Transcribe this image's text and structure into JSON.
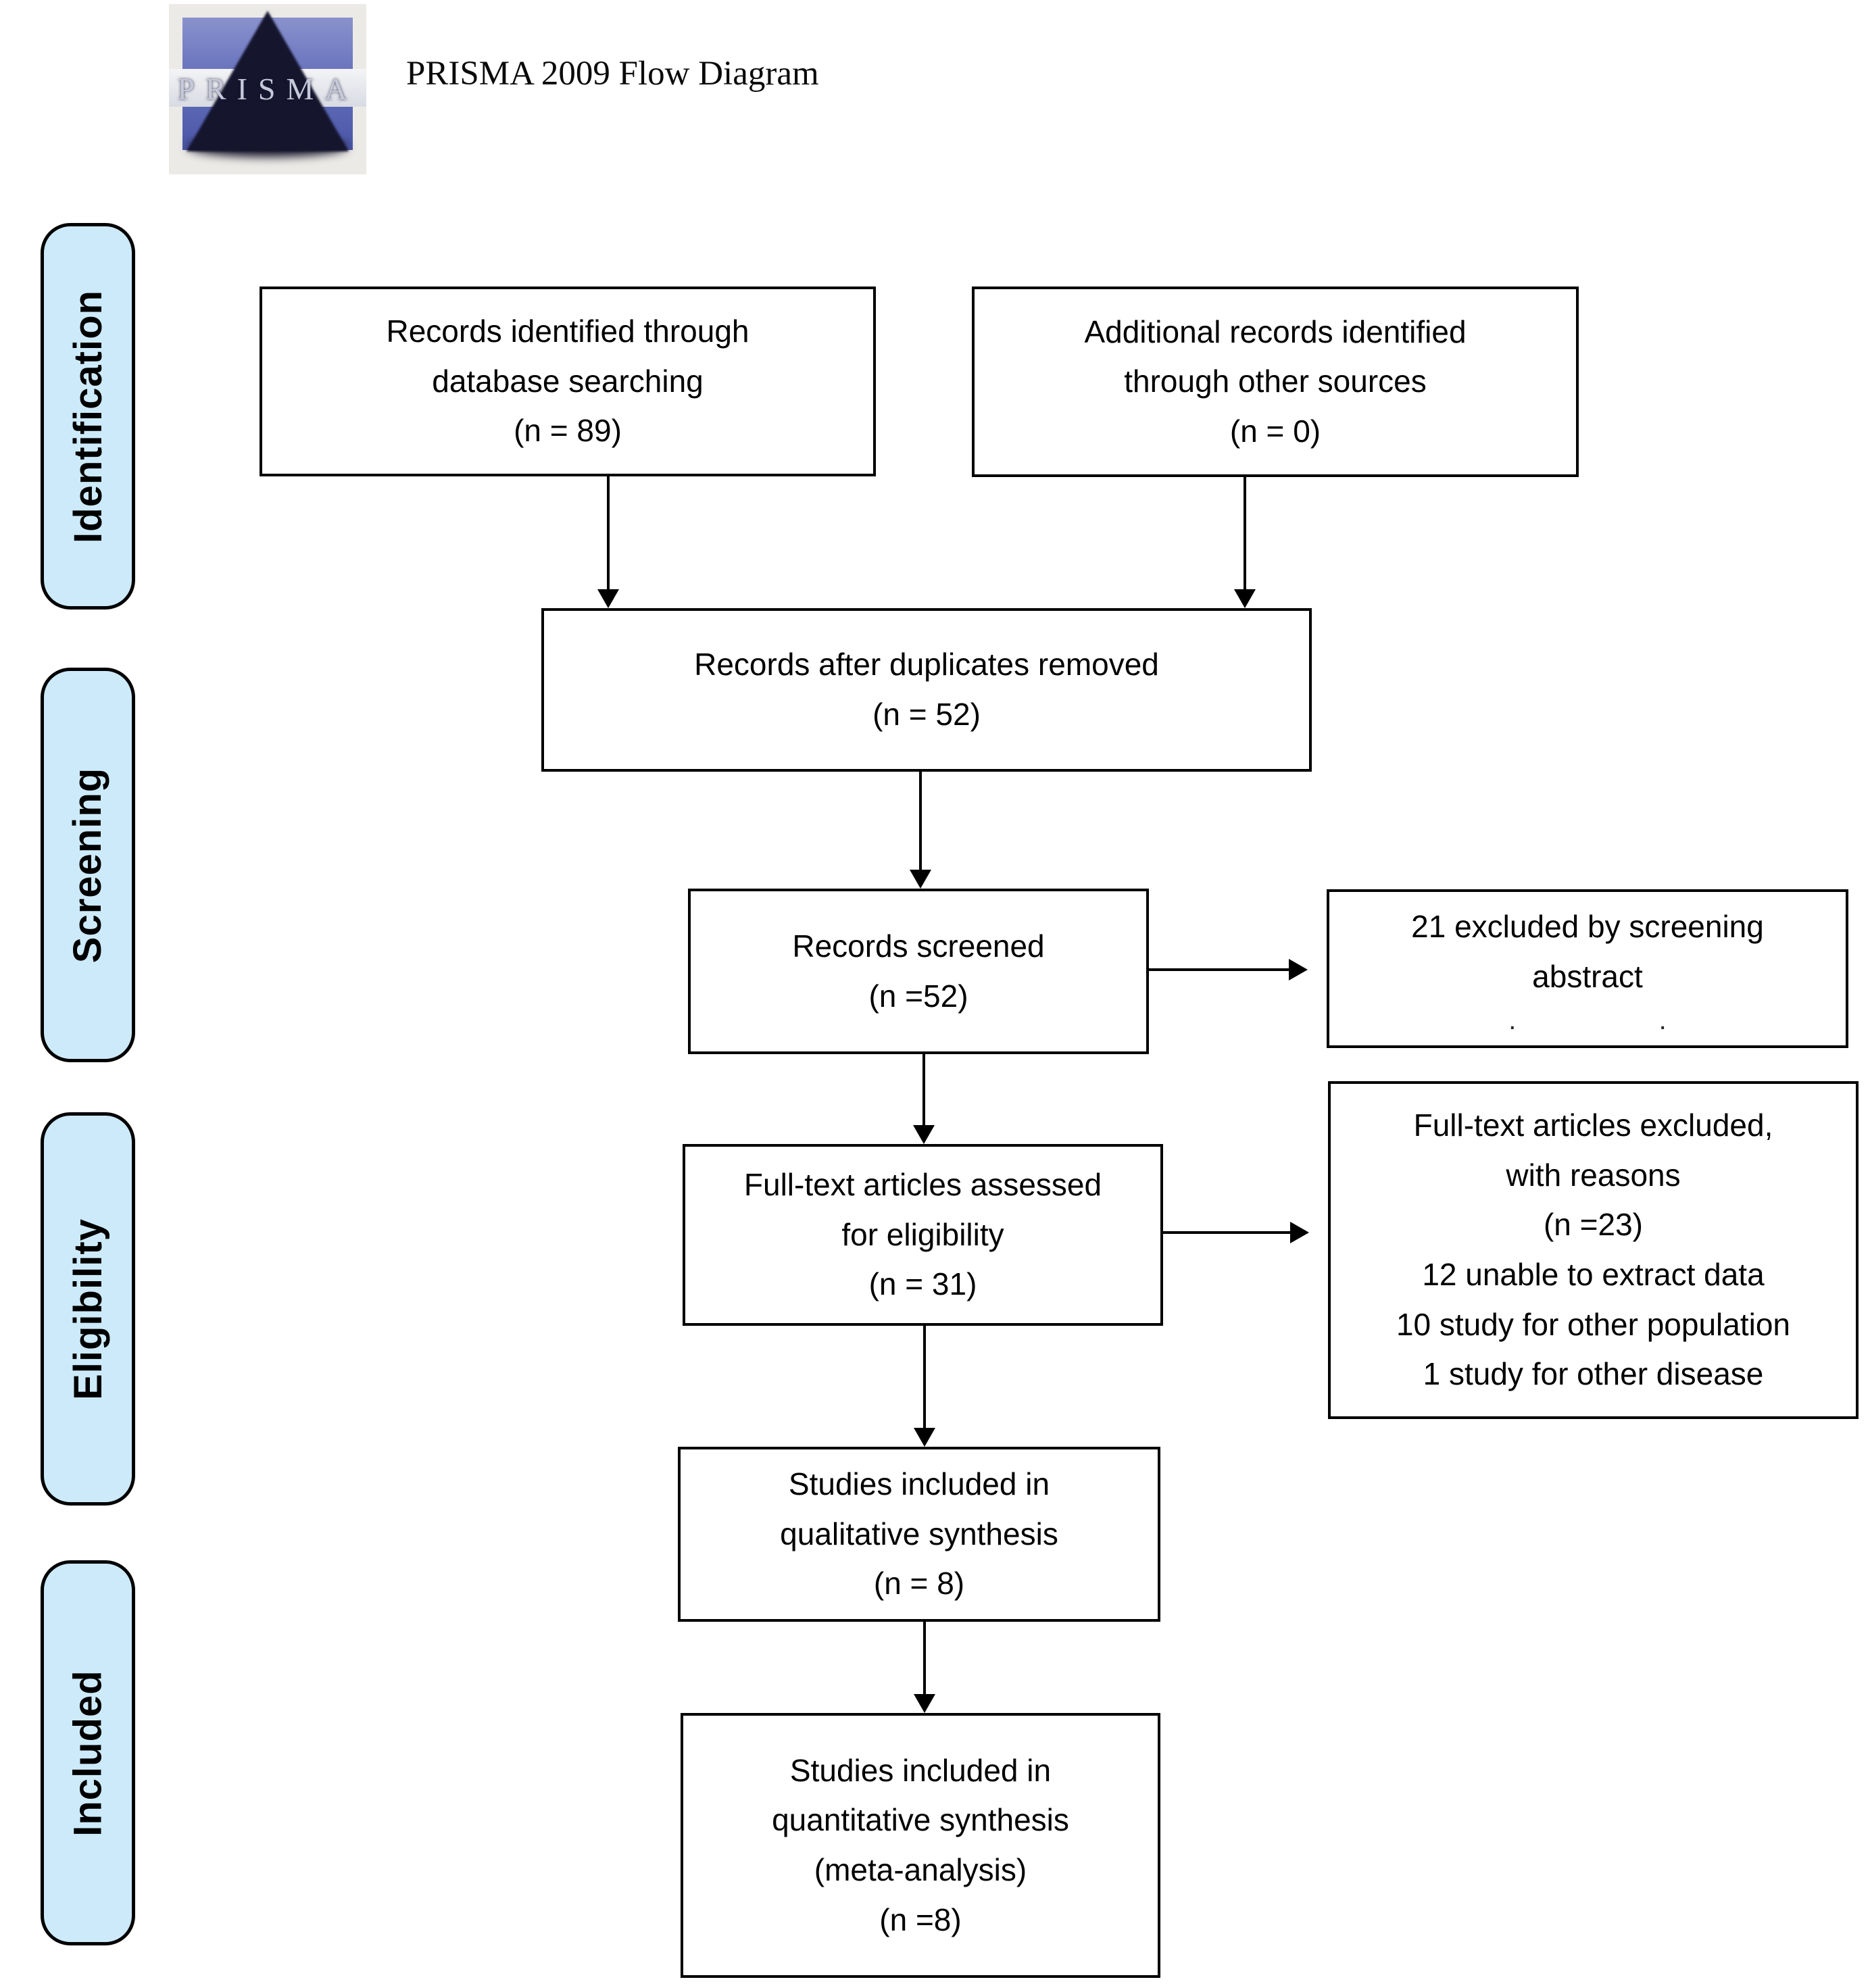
{
  "header": {
    "logo_text": "PRISMA",
    "title": "PRISMA 2009 Flow Diagram"
  },
  "sidebar": {
    "phases": [
      {
        "label": "Identification"
      },
      {
        "label": "Screening"
      },
      {
        "label": "Eligibility"
      },
      {
        "label": "Included"
      }
    ]
  },
  "flow": {
    "records_identified": "Records identified through\ndatabase searching\n(n = 89)",
    "additional_records": "Additional records identified\nthrough other sources\n(n = 0)",
    "after_duplicates": "Records after duplicates removed\n(n = 52)",
    "records_screened": "Records screened\n(n =52)",
    "excluded_screening": "21 excluded by screening\nabstract",
    "excluded_screening_artifact": ".                   .",
    "fulltext_assessed": "Full-text articles assessed\nfor eligibility\n(n = 31)",
    "fulltext_excluded": "Full-text articles excluded,\nwith reasons\n(n =23)\n12 unable to extract data\n10 study for other population\n1 study for other disease",
    "qualitative_included": "Studies included in\nqualitative synthesis\n(n = 8)",
    "quantitative_included": "Studies included in\nquantitative synthesis\n(meta-analysis)\n(n =8)"
  },
  "colors": {
    "phase_fill": "#cdeafa",
    "box_border": "#000000",
    "logo_blue": "#5a66b2",
    "logo_pyramid": "#15152e"
  }
}
